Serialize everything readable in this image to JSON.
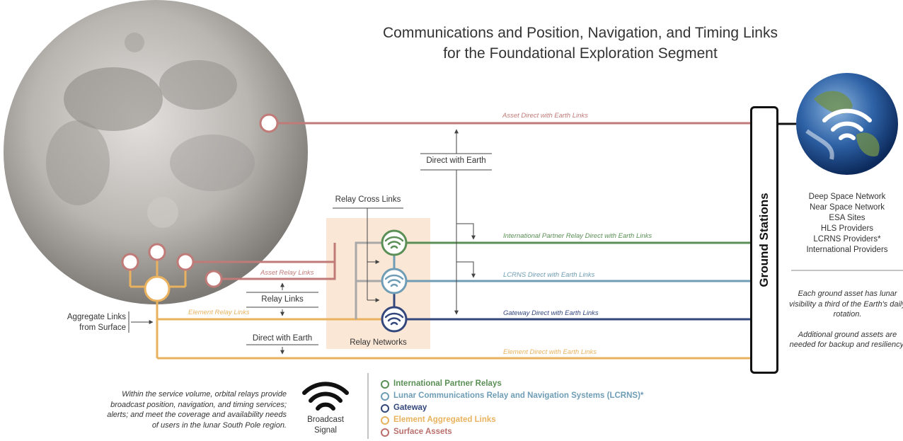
{
  "title": {
    "line1": "Communications and Position, Navigation, and Timing Links",
    "line2": "for the Foundational Exploration Segment"
  },
  "link_labels": {
    "asset_direct": "Asset Direct with Earth Links",
    "ip_relay_direct": "International Partner Relay Direct with Earth Links",
    "lcrns_direct": "LCRNS Direct with Earth Links",
    "gateway_direct": "Gateway Direct with Earth Links",
    "element_direct": "Element Direct with Earth Links",
    "asset_relay": "Asset Relay Links",
    "element_relay": "Element Relay Links"
  },
  "bracket_labels": {
    "direct_with_earth_top": "Direct with Earth",
    "relay_cross_links": "Relay Cross Links",
    "relay_links": "Relay Links",
    "direct_with_earth_bottom": "Direct with Earth",
    "aggregate_links": "Aggregate Links from Surface",
    "relay_networks": "Relay Networks"
  },
  "ground_stations": {
    "label": "Ground Stations",
    "providers": [
      "Deep Space Network",
      "Near Space Network",
      "ESA Sites",
      "HLS Providers",
      "LCRNS Providers*",
      "International Providers"
    ],
    "note1": "Each ground asset has lunar visibility a third of the Earth's daily rotation.",
    "note2": "Additional ground assets are needed for backup and resiliency."
  },
  "broadcast": {
    "label": "Broadcast Signal",
    "description": "Within the service volume, orbital relays provide broadcast position, navigation, and timing services; alerts; and meet the coverage and availability needs of users in the lunar South Pole region."
  },
  "legend": [
    {
      "label": "International Partner Relays",
      "color": "#5a8f55"
    },
    {
      "label": "Lunar Communications Relay and Navigation Systems (LCRNS)*",
      "color": "#6f9db5"
    },
    {
      "label": "Gateway",
      "color": "#34477d"
    },
    {
      "label": "Element Aggregated Links",
      "color": "#e9b25e"
    },
    {
      "label": "Surface Assets",
      "color": "#b96f6c"
    }
  ],
  "colors": {
    "asset": "#c07b78",
    "partner": "#5a8f55",
    "lcrns": "#6f9db5",
    "gateway": "#34477d",
    "element": "#e9b25e",
    "gray": "#a8a8a8",
    "relay_bg": "#fbe7d6"
  },
  "icons": {
    "moon": "moon-image",
    "earth": "earth-image",
    "wifi": "wifi-icon"
  }
}
